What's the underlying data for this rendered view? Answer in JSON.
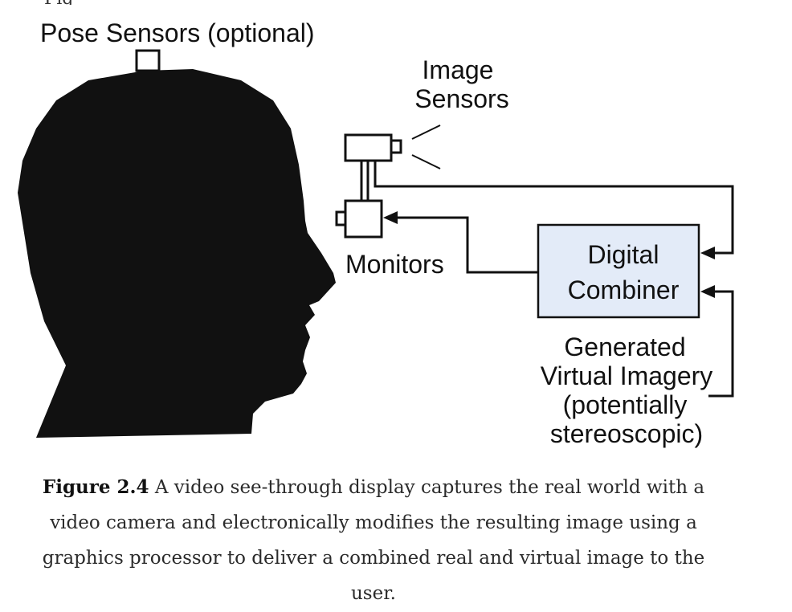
{
  "labels": {
    "pose_sensors": "Pose Sensors (optional)",
    "image_sensors_line1": "Image",
    "image_sensors_line2": "Sensors",
    "monitors": "Monitors",
    "combiner_line1": "Digital",
    "combiner_line2": "Combiner",
    "virtual_line1": "Generated",
    "virtual_line2": "Virtual Imagery",
    "virtual_line3": "(potentially",
    "virtual_line4": "stereoscopic)"
  },
  "caption": {
    "figure_number": "Figure 2.4",
    "text": " A video see-through display captures the real world with a video camera and electronically modifies the resulting image using a graphics processor to deliver a combined real and virtual image to the user."
  },
  "colors": {
    "head": "#111111",
    "combiner_fill": "#e3ebf8",
    "line": "#111111"
  }
}
